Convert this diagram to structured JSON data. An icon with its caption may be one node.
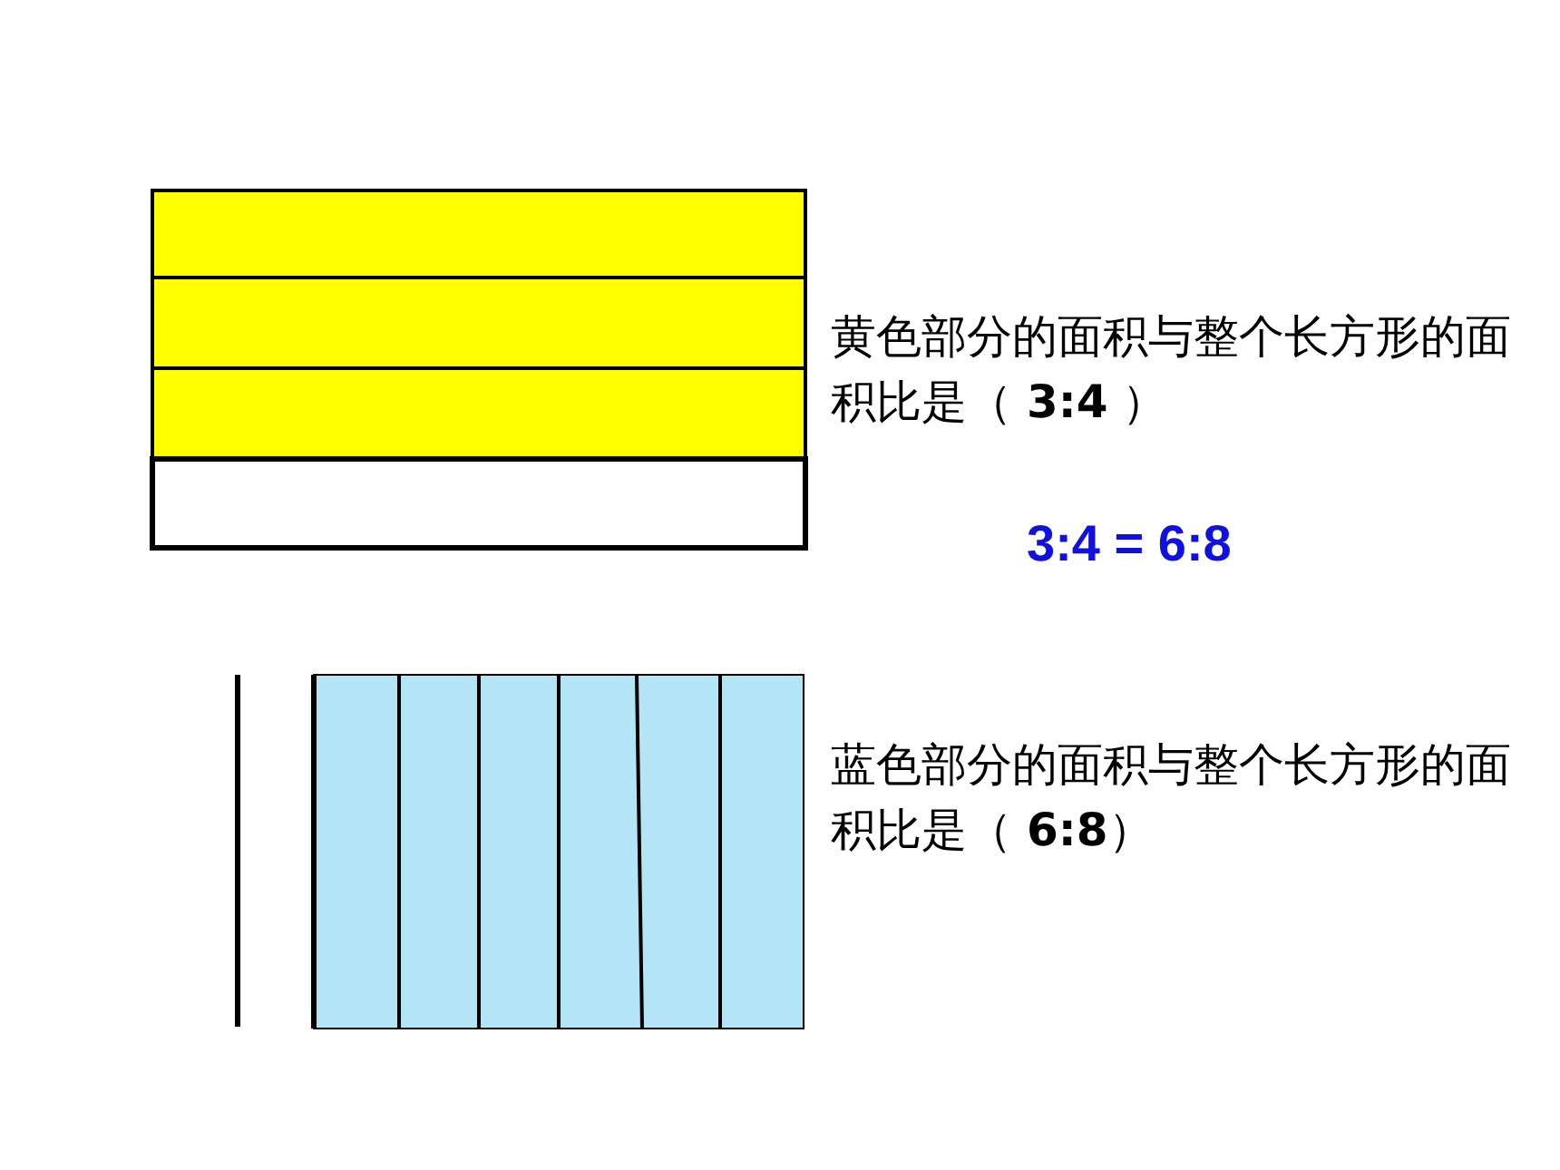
{
  "diagram": {
    "labels": [
      "黄色部分的面积与整个长方形的面积比是（ **3:4** ）",
      "3:4 = 6:8",
      "蓝色部分的面积与整个长方形的面积比是（ **6:8**）"
    ]
  }
}
